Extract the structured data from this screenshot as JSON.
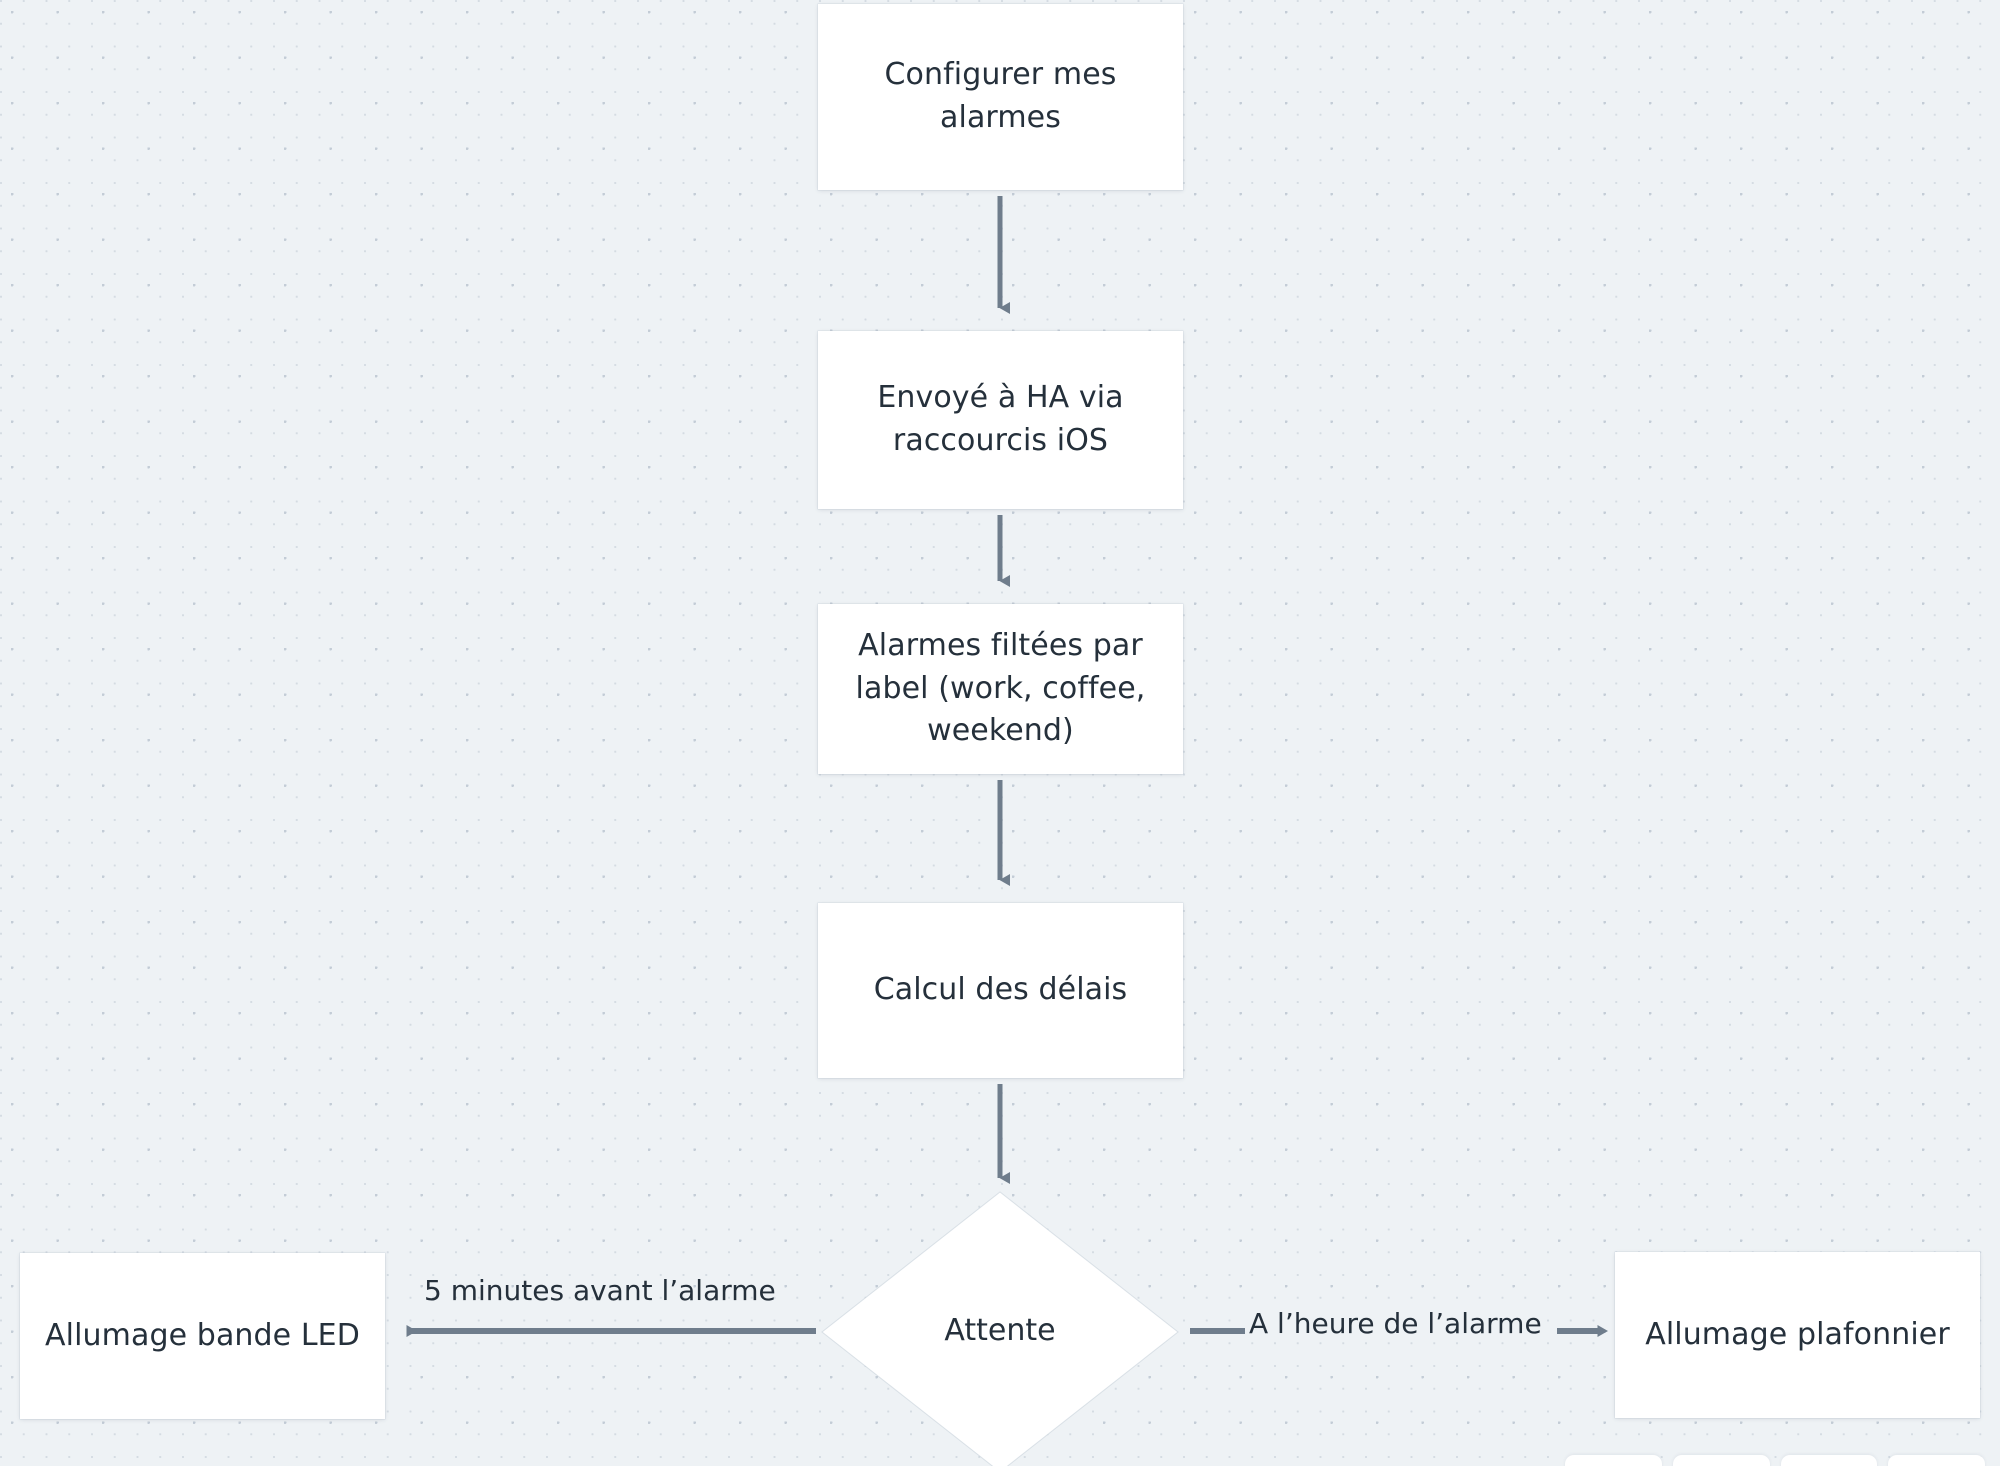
{
  "diagram": {
    "type": "flowchart",
    "direction": "top-to-bottom",
    "language": "fr",
    "background_color": "#eef2f5",
    "node_fill": "#ffffff",
    "text_color": "#25303b",
    "edge_color": "#6f7d8c",
    "nodes": [
      {
        "id": "configurer",
        "shape": "rectangle",
        "label": "Configurer mes\nalarmes"
      },
      {
        "id": "envoye",
        "shape": "rectangle",
        "label": "Envoyé à HA via\nraccourcis iOS"
      },
      {
        "id": "filtre",
        "shape": "rectangle",
        "label": "Alarmes filtées par\nlabel (work, coffee,\nweekend)"
      },
      {
        "id": "delais",
        "shape": "rectangle",
        "label": "Calcul des délais"
      },
      {
        "id": "attente",
        "shape": "diamond",
        "label": "Attente"
      },
      {
        "id": "led",
        "shape": "rectangle",
        "label": "Allumage bande LED"
      },
      {
        "id": "plafonnier",
        "shape": "rectangle",
        "label": "Allumage plafonnier"
      }
    ],
    "edges": [
      {
        "from": "configurer",
        "to": "envoye",
        "label": ""
      },
      {
        "from": "envoye",
        "to": "filtre",
        "label": ""
      },
      {
        "from": "filtre",
        "to": "delais",
        "label": ""
      },
      {
        "from": "delais",
        "to": "attente",
        "label": ""
      },
      {
        "from": "attente",
        "to": "led",
        "label": "5 minutes avant l’alarme",
        "direction": "left"
      },
      {
        "from": "attente",
        "to": "plafonnier",
        "label": "A l’heure de l’alarme",
        "direction": "right"
      }
    ]
  },
  "toolbar": {
    "buttons": [
      "",
      "",
      "",
      ""
    ]
  }
}
